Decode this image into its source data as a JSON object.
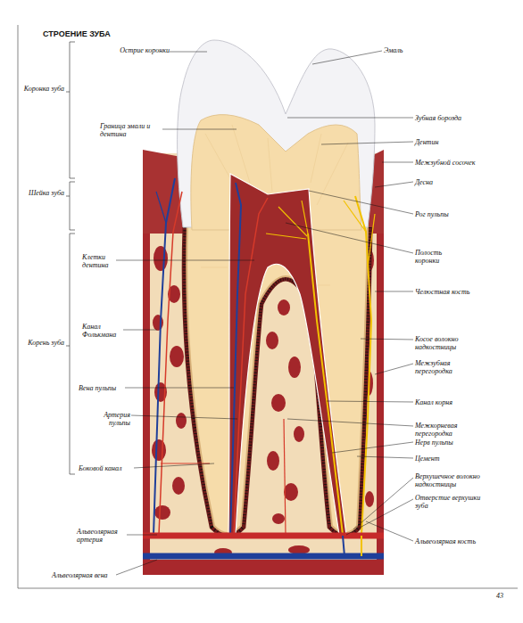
{
  "diagram": {
    "title": "СТРОЕНИЕ ЗУБА",
    "labels": [
      "Острие коронки",
      "Эмаль",
      "Коронка зуба",
      "Граница эмали и дентина",
      "Зубная борозда",
      "Дентин",
      "Межзубной сосочек",
      "Шейка зуба",
      "Десна",
      "Рог пульпы",
      "Клетки дентина",
      "Полость коронки",
      "Челюстная кость",
      "Корень зуба",
      "Канал Фолькмана",
      "Косое волокно надкостницы",
      "Межзубная перегородка",
      "Вена пульпы",
      "Канал корня",
      "Артерия пульпы",
      "Межкорневая перегородка",
      "Нерв пульпы",
      "Цемент",
      "Боковой канал",
      "Верхушечное волокно надкостницы",
      "Отверстие верхушки зуба",
      "Альвеолярная артерия",
      "Альвеолярная кость",
      "Альвеолярная вена",
      "43"
    ]
  }
}
